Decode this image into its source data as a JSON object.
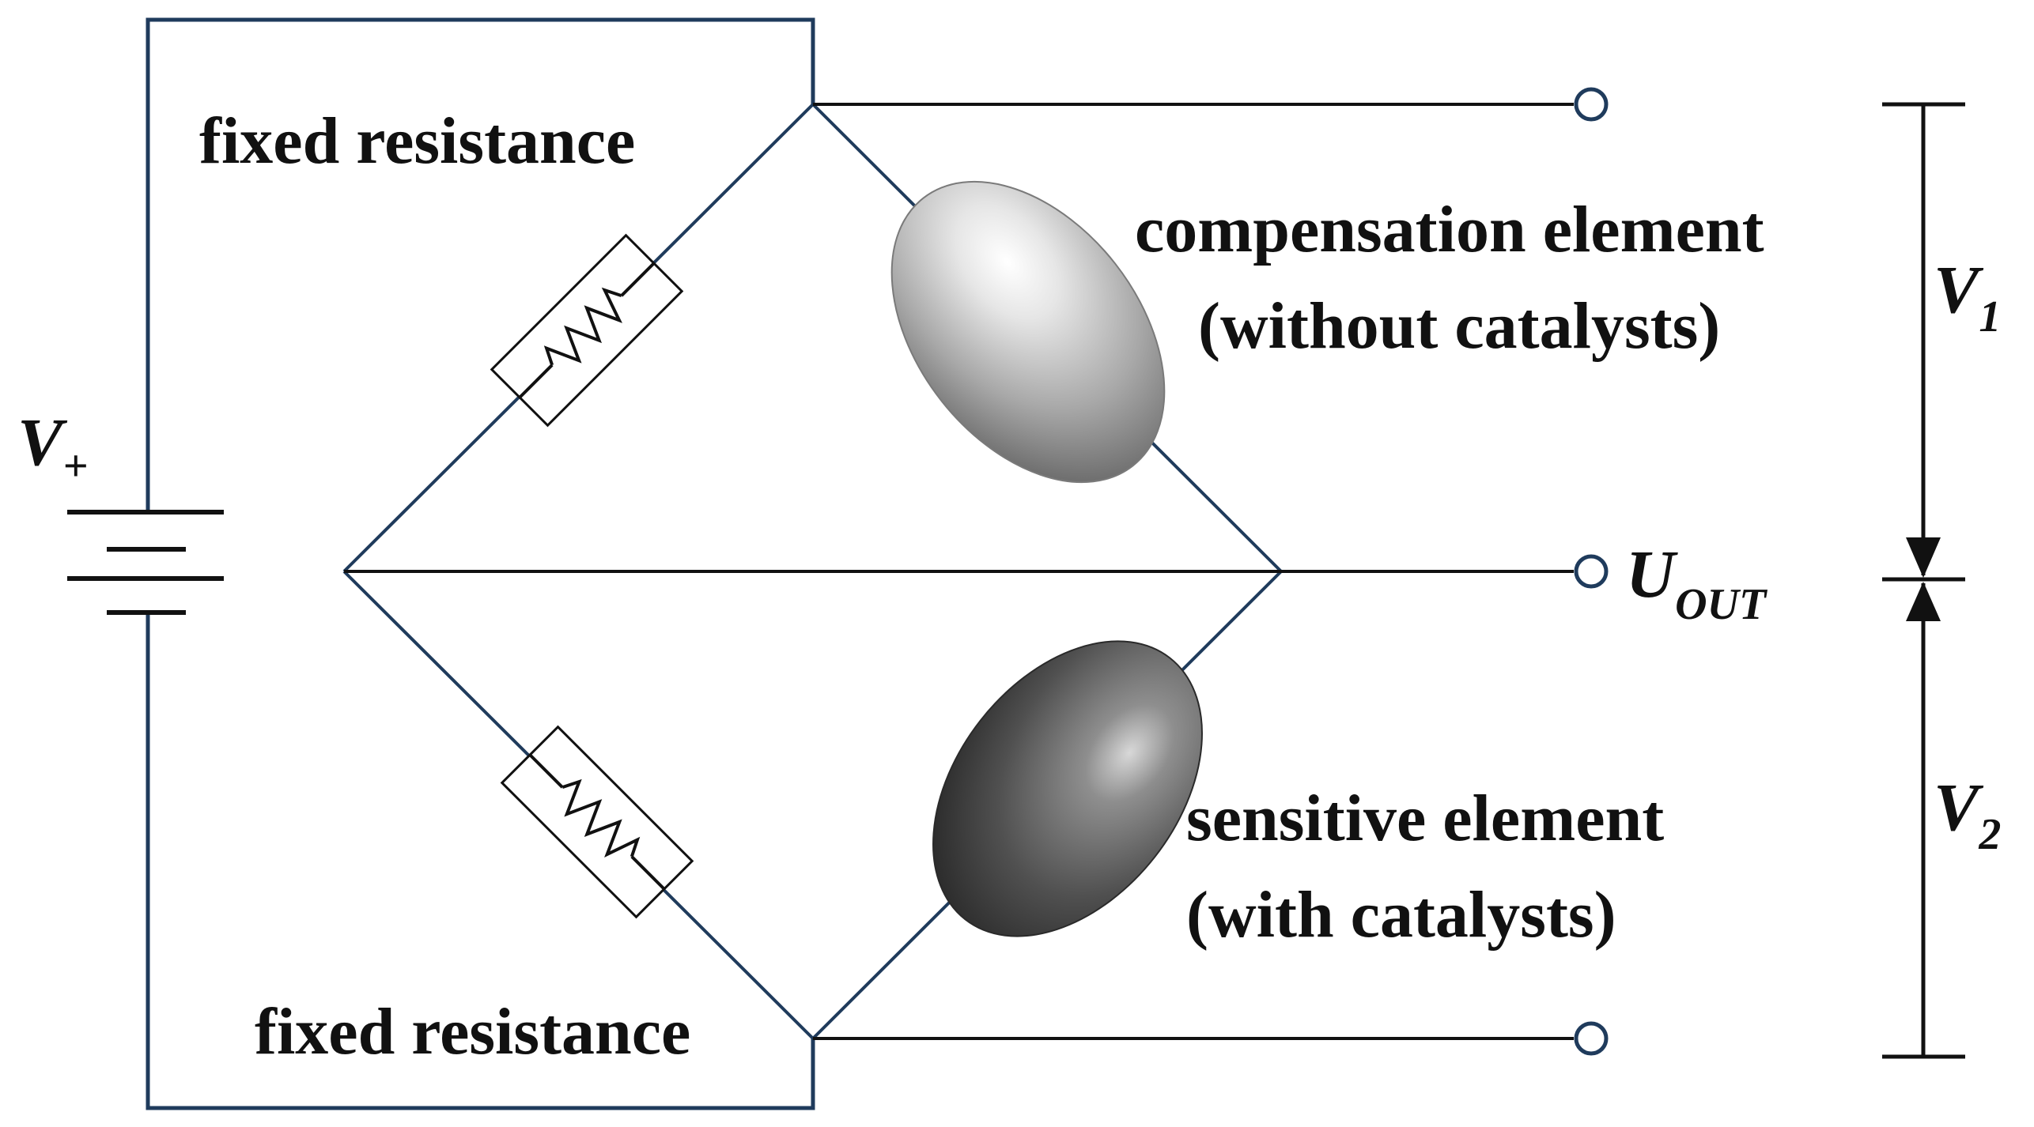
{
  "labels": {
    "fixed_resistance_top": "fixed resistance",
    "fixed_resistance_bottom": "fixed resistance",
    "compensation_line1": "compensation element",
    "compensation_line2": "(without catalysts)",
    "sensitive_line1": "sensitive element",
    "sensitive_line2": "(with catalysts)"
  },
  "symbols": {
    "supply_main": "V",
    "supply_sub": "+",
    "output_main": "U",
    "output_sub": "OUT",
    "v1_main": "V",
    "v1_sub": "1",
    "v2_main": "V",
    "v2_sub": "2"
  },
  "colors": {
    "circuit_blue": "#1f3b5c",
    "wire_black": "#111111",
    "compensation_element": "#b5b5b5",
    "sensitive_element": "#5a5a5a"
  },
  "icons": {
    "battery": "battery-icon",
    "resistor": "resistor-icon",
    "bead_element": "ellipsoid-bead-icon",
    "terminal": "terminal-circle-icon"
  }
}
